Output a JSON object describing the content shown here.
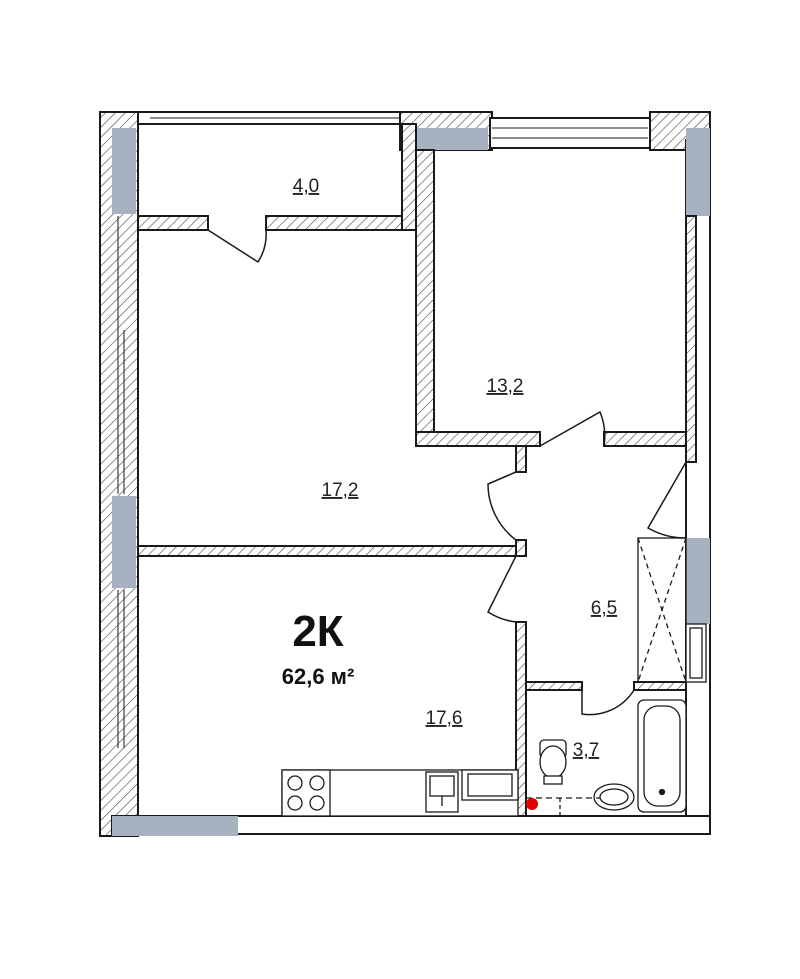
{
  "plan": {
    "apartment_type": "2К",
    "total_area": "62,6 м²",
    "rooms": [
      {
        "id": "balcony",
        "area": "4,0"
      },
      {
        "id": "bedroom",
        "area": "13,2"
      },
      {
        "id": "living-room",
        "area": "17,2"
      },
      {
        "id": "hallway",
        "area": "6,5"
      },
      {
        "id": "kitchen-living",
        "area": "17,6"
      },
      {
        "id": "bathroom",
        "area": "3,7"
      }
    ]
  },
  "colors": {
    "wall": "#1a1a1a",
    "window": "#a7b2c1",
    "hatch": "#555555",
    "riser": "#e00000"
  }
}
